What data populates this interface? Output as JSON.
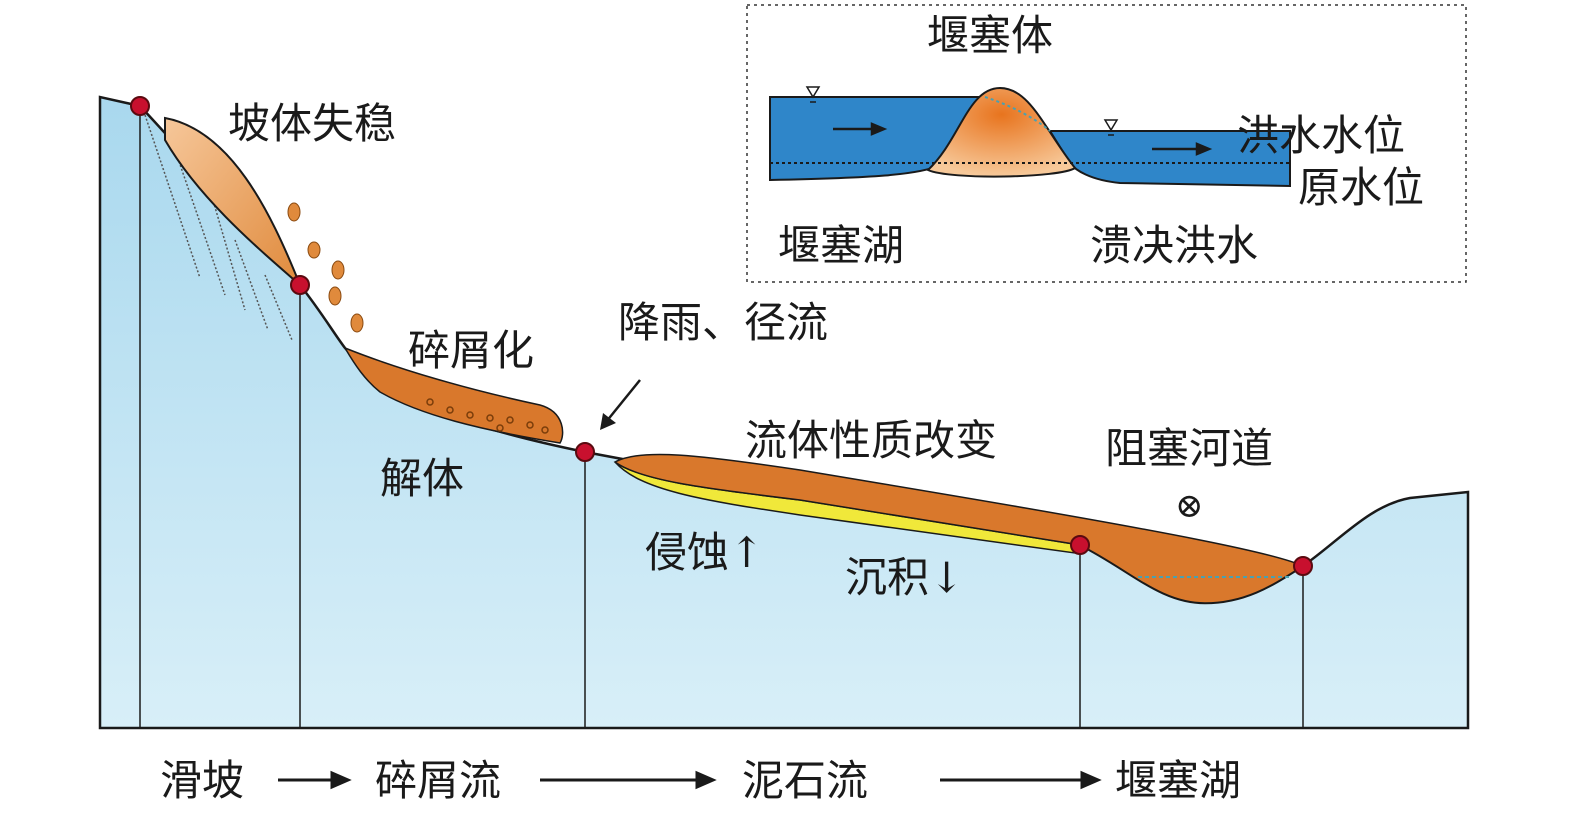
{
  "labels": {
    "slope_failure": "坡体失稳",
    "fragmentation": "碎屑化",
    "disintegration": "解体",
    "rainfall_runoff": "降雨、径流",
    "fluid_change": "流体性质改变",
    "erosion": "侵蚀↑",
    "deposition": "沉积↓",
    "block_river": "阻塞河道",
    "block_symbol": "⊗"
  },
  "inset": {
    "dam_body": "堰塞体",
    "flood_level": "洪水水位",
    "original_level": "原水位",
    "dammed_lake": "堰塞湖",
    "outburst_flood": "溃决洪水"
  },
  "sequence": [
    "滑坡",
    "碎屑流",
    "泥石流",
    "堰塞湖"
  ],
  "colors": {
    "terrain": "#bfe3f2",
    "debris": "#d9782c",
    "erosion": "#f0e83a",
    "water": "#2f86c9",
    "node": "#c8102e"
  }
}
